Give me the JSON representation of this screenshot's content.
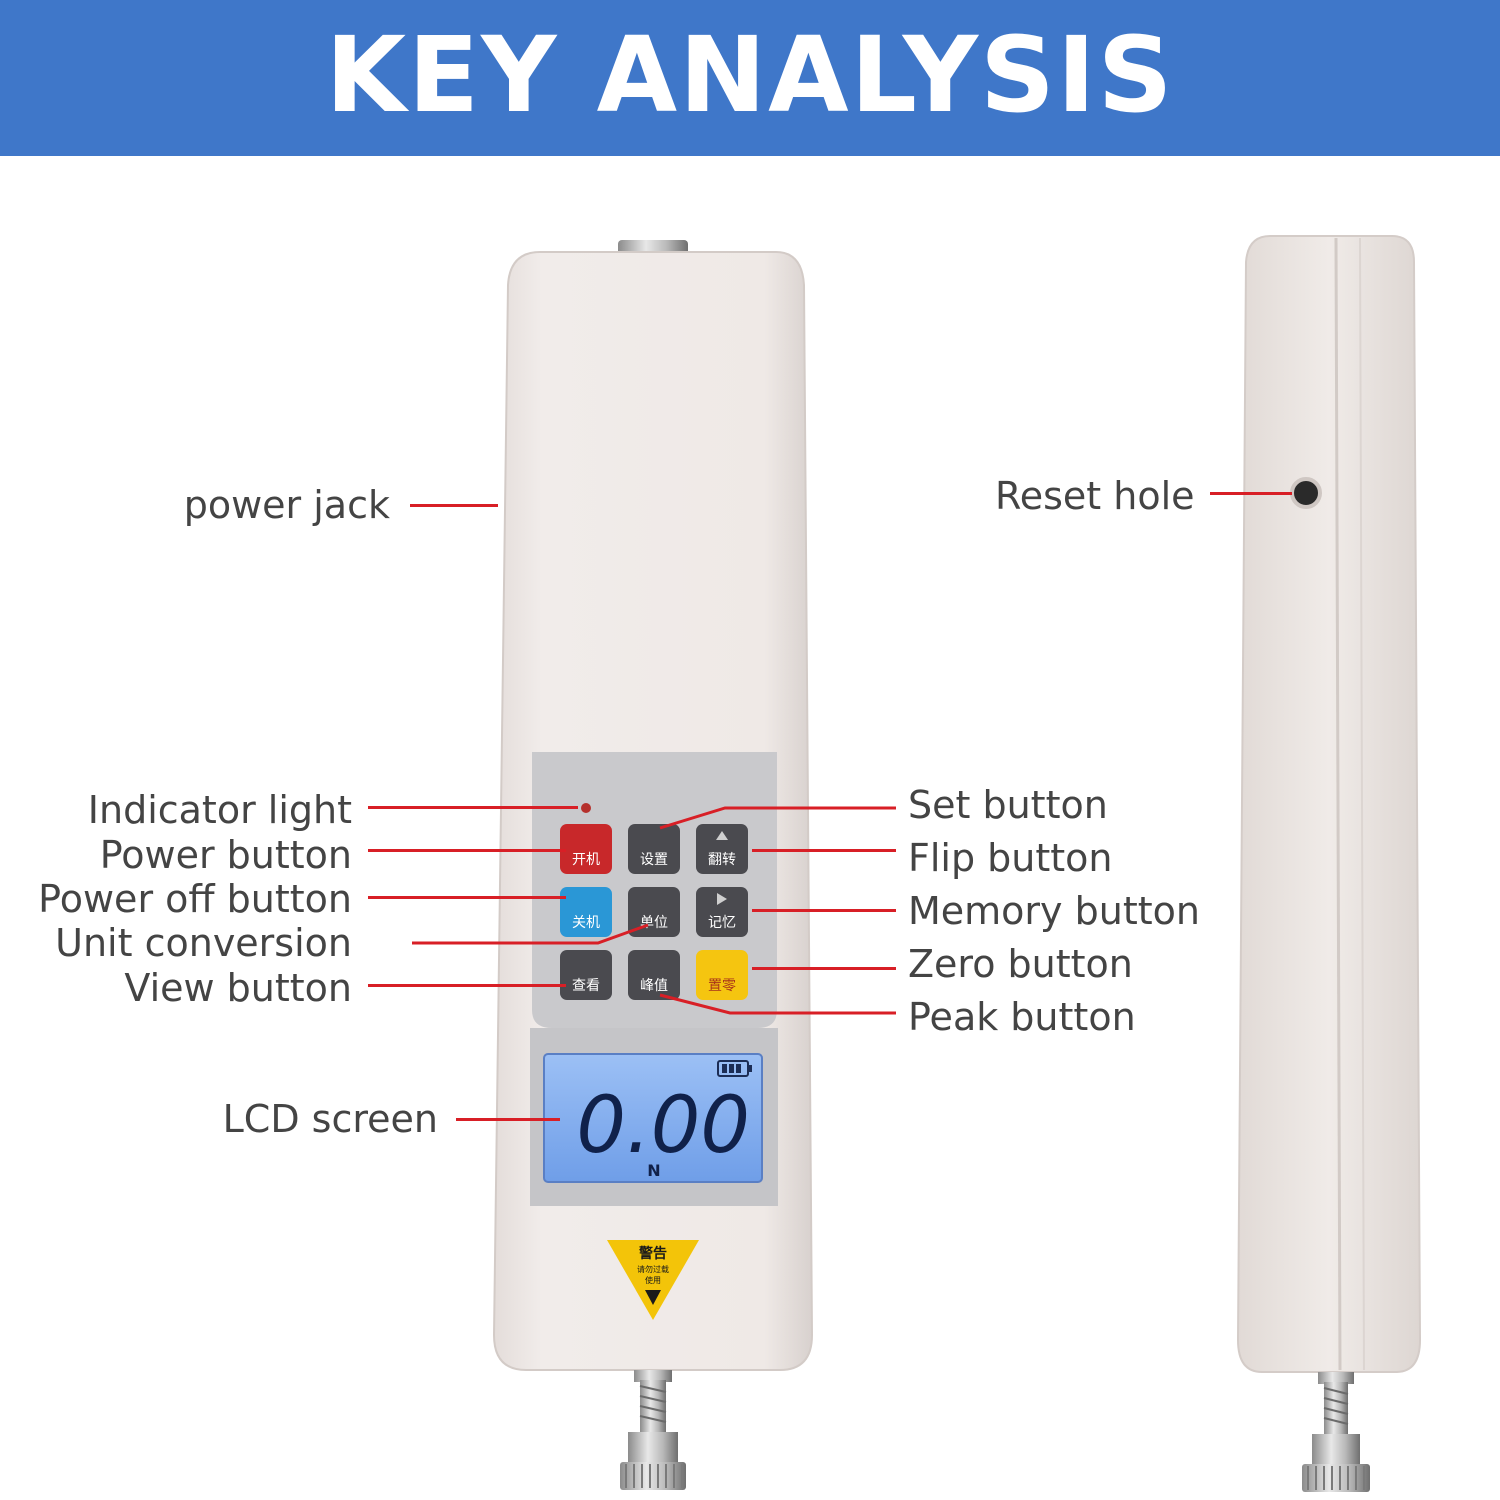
{
  "banner": {
    "title": "KEY ANALYSIS",
    "background": "#3f77c9"
  },
  "labels": {
    "power_jack": "power jack",
    "reset_hole": "Reset hole",
    "indicator_light": "Indicator light",
    "power_button": "Power button",
    "power_off_button": "Power off button",
    "unit_conversion": "Unit conversion",
    "view_button": "View button",
    "lcd_screen": "LCD screen",
    "set_button": "Set button",
    "flip_button": "Flip button",
    "memory_button": "Memory button",
    "zero_button": "Zero button",
    "peak_button": "Peak button"
  },
  "keypad": {
    "power_on": "开机",
    "set": "设置",
    "flip": "翻转",
    "power_off": "关机",
    "unit": "单位",
    "memory": "记忆",
    "view": "查看",
    "peak": "峰值",
    "zero": "置零"
  },
  "lcd": {
    "reading": "0.00",
    "unit": "N"
  },
  "warning": {
    "title": "警告",
    "text_1": "请勿过载",
    "text_2": "使用"
  },
  "colors": {
    "leader_line": "#d81f26",
    "body": "#ece6e3",
    "keypad_panel": "#c9c9cc",
    "power_on_key": "#c8282a",
    "power_off_key": "#2a97d6",
    "zero_key": "#f5c510",
    "lcd": "#79a8f0"
  }
}
